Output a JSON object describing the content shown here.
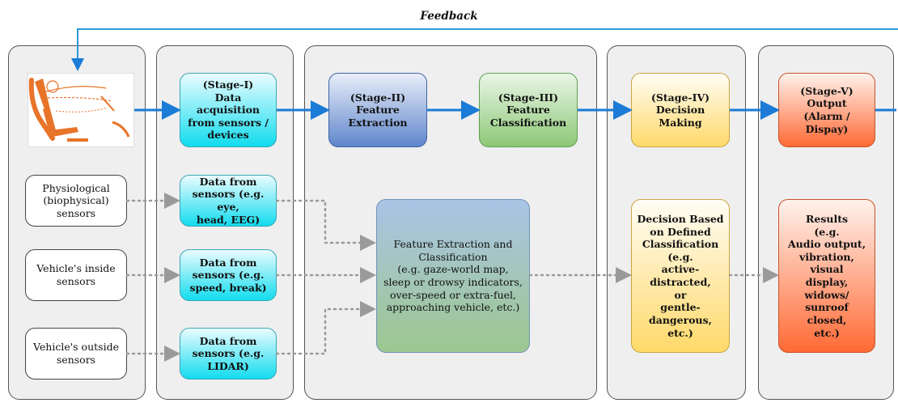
{
  "feedback_label": "Feedback",
  "colors": {
    "flow_arrow": "#1b7bd6",
    "feedback_line": "#2a9bd8",
    "dotted": "#9a9a9a",
    "seat": "#e8742a"
  },
  "icons": {
    "driver_seat": "driver-seat-icon"
  },
  "sensors": {
    "physiological": "Physiological\n(biophysical)\nsensors",
    "vehicle_inside": "Vehicle's inside\nsensors",
    "vehicle_outside": "Vehicle's outside\nsensors"
  },
  "stages": {
    "stage1": "(Stage-I)\nData acquisition\nfrom sensors /\ndevices",
    "stage2": "(Stage-II)\nFeature\nExtraction",
    "stage3": "(Stage-III)\nFeature\nClassification",
    "stage4": "(Stage-IV)\nDecision Making",
    "stage5": "(Stage-V)\nOutput\n(Alarm / Dispay)"
  },
  "data_boxes": {
    "physio": "Data from\nsensors (e.g. eye,\nhead, EEG)",
    "inside": "Data from\nsensors (e.g.\nspeed, break)",
    "outside": "Data from\nsensors (e.g.\nLIDAR)"
  },
  "feature_box": "Feature Extraction and\nClassification\n(e.g. gaze-world map,\nsleep or drowsy indicators,\nover-speed or extra-fuel,\napproaching vehicle, etc.)",
  "decision_box": "Decision Based\non Defined\nClassification\n(e.g.\nactive-distracted,\nor\ngentle-dangerous,\netc.)",
  "results_box": "Results\n(e.g.\nAudio output,\nvibration, visual\ndisplay, widows/\nsunroof closed,\netc.)"
}
